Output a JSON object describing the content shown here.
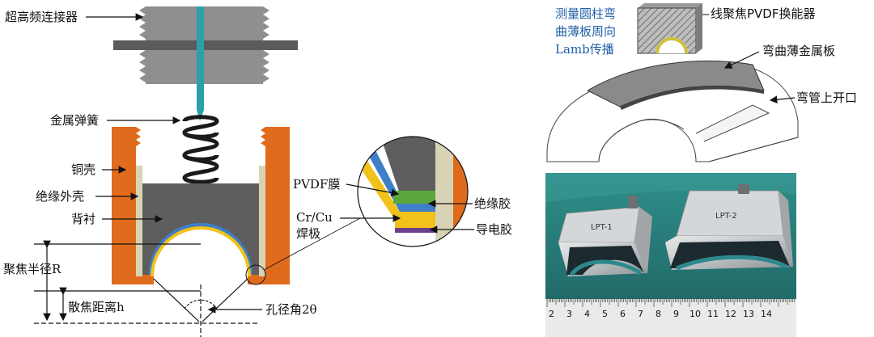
{
  "colors": {
    "copper": "#e06b1c",
    "insulator_shell": "#d8d3b5",
    "backing": "#5e5e5e",
    "connector": "#9a9a9a",
    "pin": "#2aa0a8",
    "pvdf": "#3f7fc8",
    "electrode": "#f2c21a",
    "insulating_glue": "#5aa83c",
    "conductive_glue": "#6a3f8c",
    "photo_bg": "#2d7a78",
    "text_blue": "#1f5fa8"
  },
  "left_diagram": {
    "labels": {
      "connector": "超高频连接器",
      "spring": "金属弹簧",
      "copper_shell": "铜壳",
      "insulator_shell": "绝缘外壳",
      "backing": "背衬",
      "focus_radius": "聚焦半径R",
      "defocus_distance": "散焦距离h",
      "aperture_angle": "孔径角2θ"
    }
  },
  "zoom_detail": {
    "labels": {
      "pvdf_film": "PVDF膜",
      "electrode_line1": "Cr/Cu",
      "electrode_line2": "焊极",
      "insulating_glue": "绝缘胶",
      "conductive_glue": "导电胶"
    }
  },
  "right_diagram": {
    "title_lines": [
      "测量圆柱弯",
      "曲薄板周向",
      "Lamb传播"
    ],
    "labels": {
      "transducer": "线聚焦PVDF换能器",
      "plate": "弯曲薄金属板",
      "opening": "弯管上开口"
    }
  },
  "photo": {
    "labels": [
      "LPT-1",
      "LPT-2"
    ],
    "ruler_numbers": [
      "2",
      "3",
      "4",
      "5",
      "6",
      "7",
      "8",
      "9",
      "10",
      "11",
      "12",
      "13",
      "14"
    ]
  }
}
